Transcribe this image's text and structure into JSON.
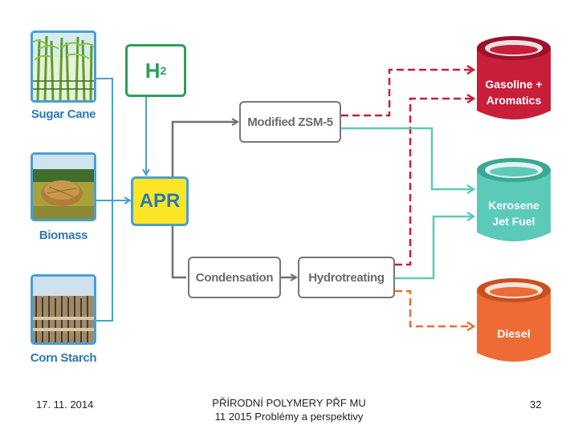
{
  "sources": [
    {
      "label": "Sugar Cane"
    },
    {
      "label": "Biomass"
    },
    {
      "label": "Corn Starch"
    }
  ],
  "nodes": {
    "h2": {
      "main": "H",
      "sub": "2"
    },
    "apr": "APR",
    "zsm5": "Modified ZSM-5",
    "condensation": "Condensation",
    "hydrotreating": "Hydrotreating"
  },
  "products": {
    "gasoline": {
      "line1": "Gasoline +",
      "line2": "Aromatics"
    },
    "kerosene": {
      "line1": "Kerosene",
      "line2": "Jet Fuel"
    },
    "diesel": {
      "line1": "Diesel"
    }
  },
  "colors": {
    "source_border": "#4a9fd3",
    "h2": "#2f9e58",
    "apr_fill": "#fce526",
    "gasoline": "#c81e3a",
    "kerosene": "#5ccab8",
    "diesel": "#ee6b35",
    "flow": "#707070"
  },
  "footer": {
    "date": "17. 11. 2014",
    "title_line1": "PŘÍRODNÍ POLYMERY PŘF MU",
    "title_line2": "11 2015 Problémy a perspektivy",
    "page": "32"
  }
}
